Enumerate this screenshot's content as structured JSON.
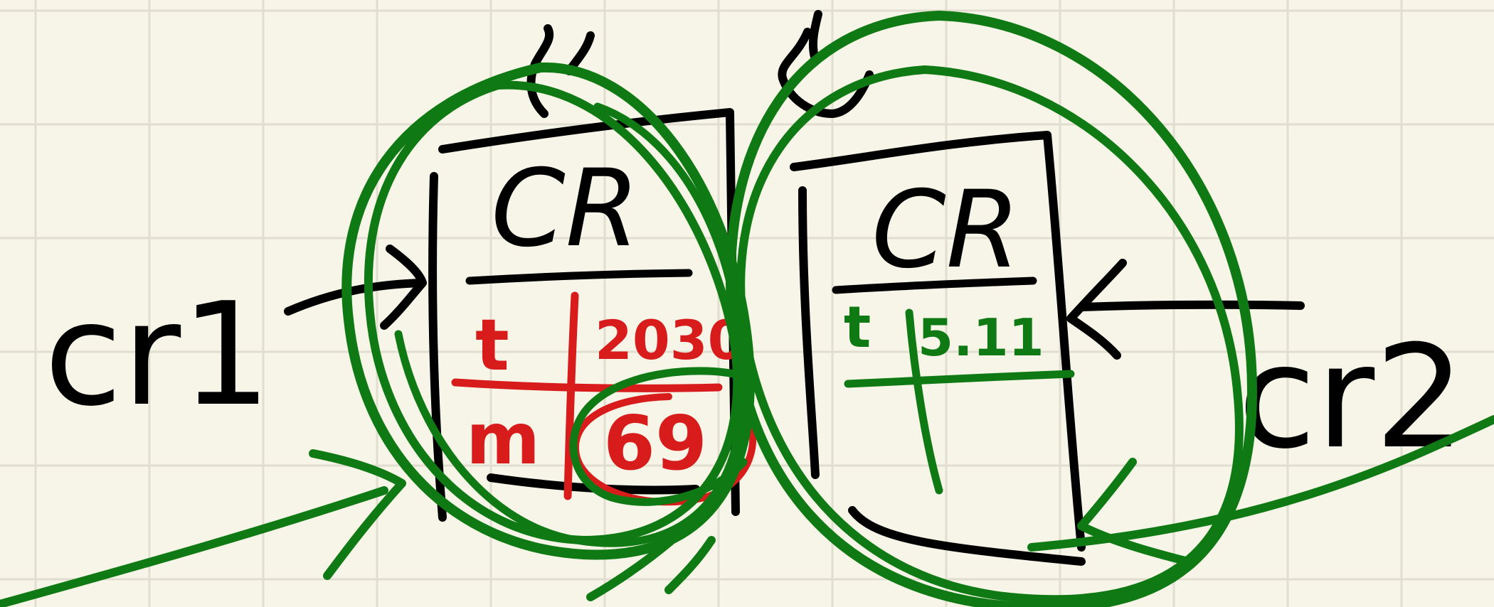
{
  "colors": {
    "paper": "#f7f5e8",
    "grid": "#e1ded0",
    "ink_black": "#000000",
    "ink_red": "#d81c1c",
    "ink_green": "#0f7a13"
  },
  "left_block": {
    "caller_label": "cr1",
    "header": "CR",
    "row1_key": "t",
    "row1_value": "2030",
    "row2_key": "m",
    "row2_value": "69"
  },
  "right_block": {
    "caller_label": "cr2",
    "header": "CR",
    "row1_key": "t",
    "row1_value": "5.11"
  }
}
